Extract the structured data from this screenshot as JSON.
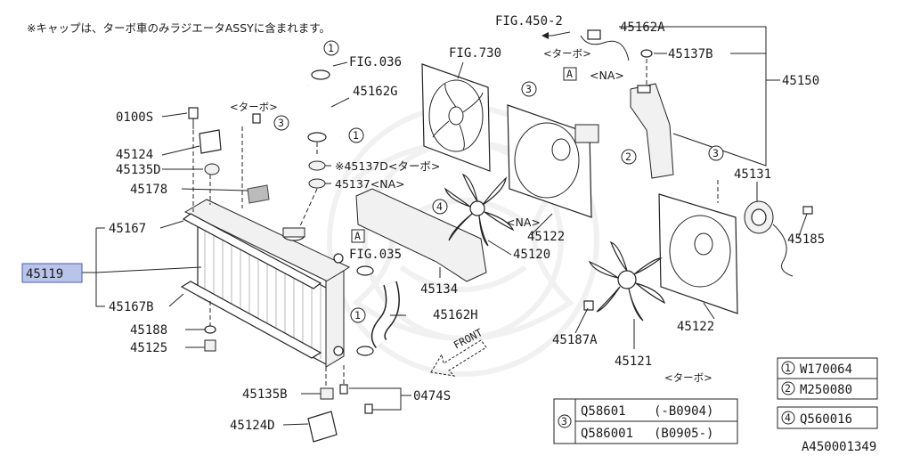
{
  "note_top": "※キャップは、ターボ車のみラジエータASSYに含まれます。",
  "figure_id": "A450001349",
  "labels": {
    "p0100S": "0100S",
    "p45124": "45124",
    "p45135D": "45135D",
    "p45178": "45178",
    "p45167": "45167",
    "p45119": "45119",
    "p45167B": "45167B",
    "p45188": "45188",
    "p45125": "45125",
    "p45135B": "45135B",
    "p45124D": "45124D",
    "p0474S": "0474S",
    "turbo_left": "<ターボ>",
    "fig036": "FIG.036",
    "p45162G": "45162G",
    "fig730": "FIG.730",
    "p45137D": "※45137D<ターボ>",
    "p45137NA": "45137<NA>",
    "fig035": "FIG.035",
    "p45162H": "45162H",
    "p45134": "45134",
    "p45120": "45120",
    "na_fan": "<NA>",
    "p45122_center": "45122",
    "fig450": "FIG.450-2",
    "turbo_top": "<ターボ>",
    "p45162A": "45162A",
    "p45137B": "45137B",
    "na_top": "<NA>",
    "p45150": "45150",
    "p45131": "45131",
    "p45185": "45185",
    "p45122_right": "45122",
    "p45187A": "45187A",
    "p45121": "45121",
    "turbo_bottom": "<ターボ>",
    "front": "FRONT",
    "callout_a": "A",
    "callout_1": "1",
    "callout_2": "2",
    "callout_3": "3",
    "callout_4": "4"
  },
  "legend": {
    "one": {
      "num": "1",
      "code": "W170064"
    },
    "two": {
      "num": "2",
      "code": "M250080"
    },
    "four": {
      "num": "4",
      "code": "Q560016"
    },
    "three": {
      "num": "3",
      "rows": [
        {
          "code": "Q58601",
          "range": "(-B0904)"
        },
        {
          "code": "Q586001",
          "range": "(B0905-)"
        }
      ]
    }
  },
  "highlight_color": "#b9c4ea"
}
